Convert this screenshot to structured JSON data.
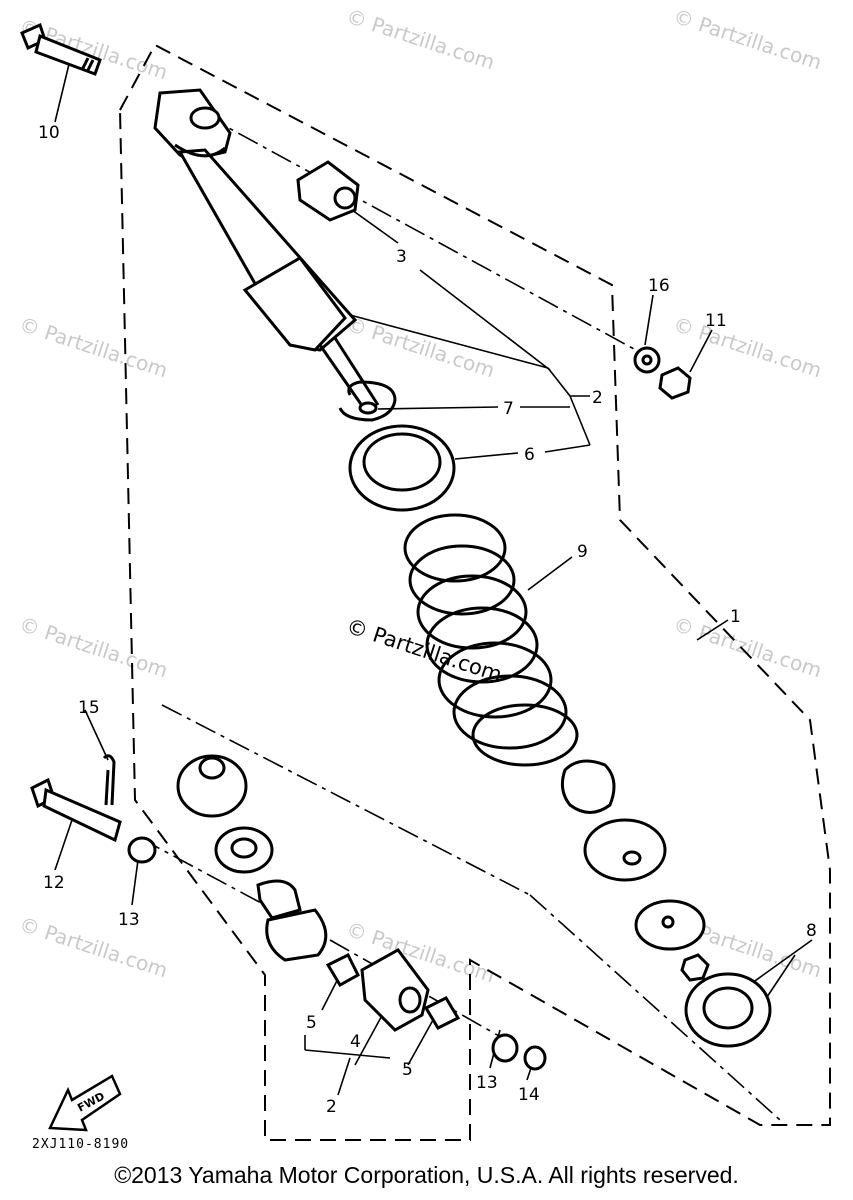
{
  "diagram": {
    "callouts": [
      "1",
      "2",
      "2",
      "3",
      "4",
      "5",
      "5",
      "6",
      "7",
      "8",
      "9",
      "10",
      "11",
      "12",
      "13",
      "13",
      "14",
      "15",
      "16"
    ],
    "drawing_code": "2XJ110-8190",
    "fwd_arrow_label": "FWD",
    "watermark": "© Partzilla.com"
  },
  "footer": {
    "copyright": "©2013 Yamaha Motor Corporation, U.S.A. All rights reserved."
  }
}
